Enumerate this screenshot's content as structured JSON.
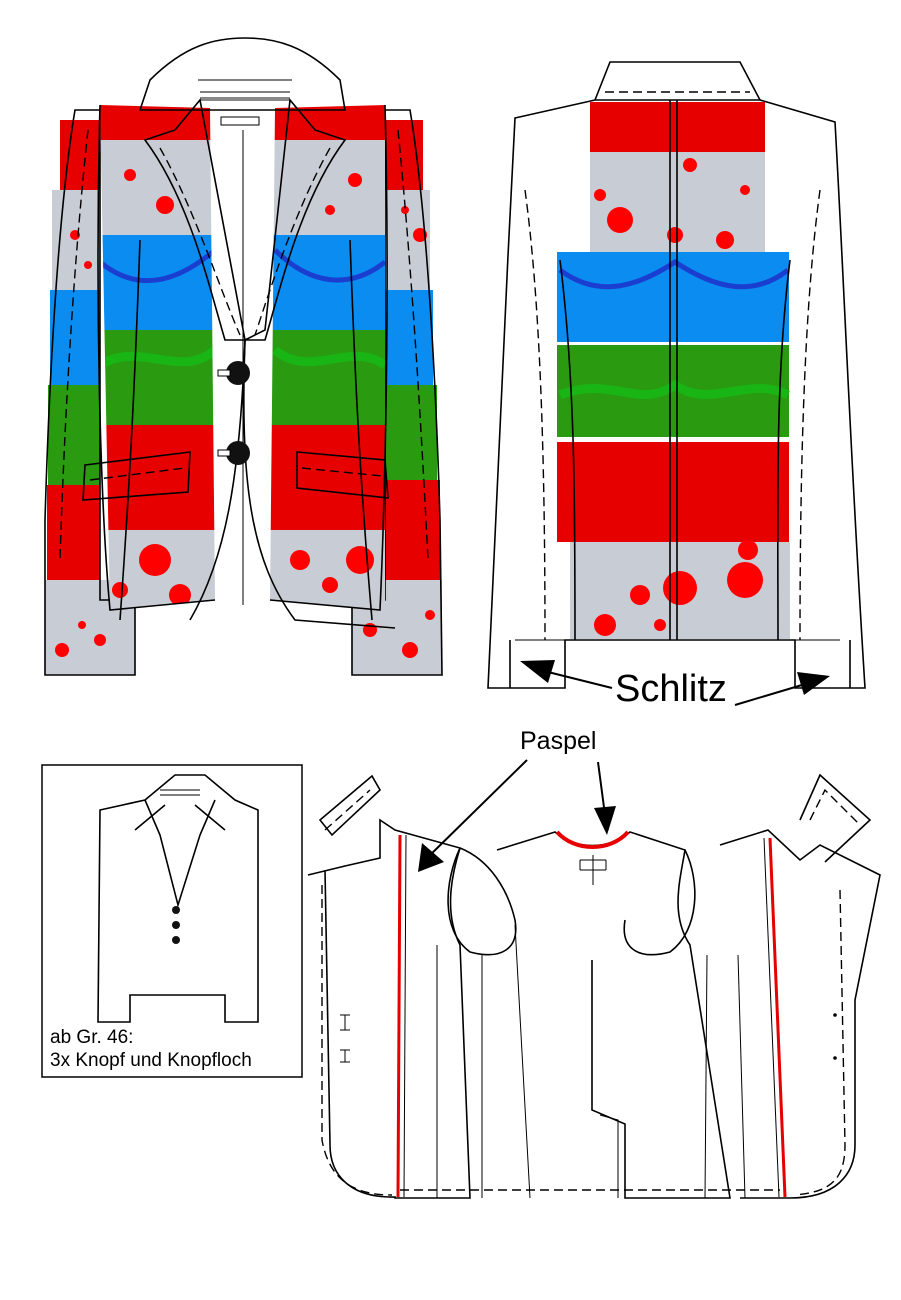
{
  "labels": {
    "slit": "Schlitz",
    "piping": "Paspel",
    "note_line1": "ab Gr. 46:",
    "note_line2": "3x Knopf und Knopfloch"
  },
  "colors": {
    "red": "#e60000",
    "grey": "#c8ccd4",
    "blue": "#0a8cf0",
    "green": "#2a9a10",
    "dot": "#ff0000",
    "wave": "#1a3fd0",
    "piping": "#e60000"
  },
  "front_bands": [
    "red",
    "grey",
    "blue",
    "green",
    "red",
    "grey"
  ],
  "back_bands": [
    "red",
    "grey",
    "blue",
    "green",
    "red",
    "grey"
  ]
}
